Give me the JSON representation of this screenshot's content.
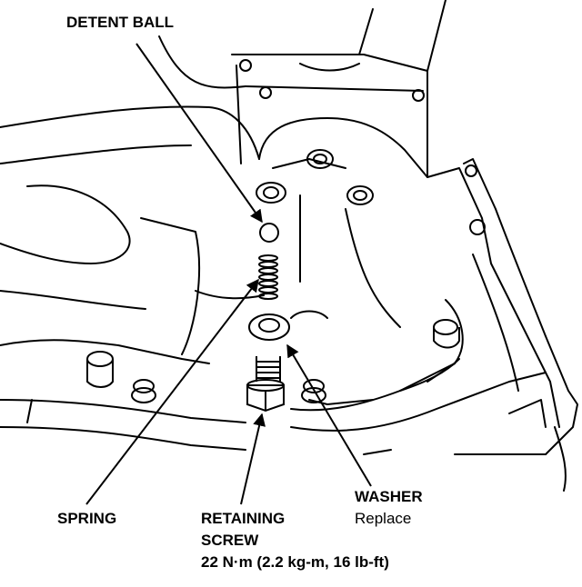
{
  "labels": {
    "detent_ball": "DETENT BALL",
    "spring": "SPRING",
    "retaining_screw_line1": "RETAINING",
    "retaining_screw_line2": "SCREW",
    "torque_spec": "22 N·m (2.2 kg-m, 16 lb-ft)",
    "washer": "WASHER",
    "washer_note": "Replace"
  },
  "colors": {
    "ink": "#000000",
    "paper": "#ffffff"
  }
}
